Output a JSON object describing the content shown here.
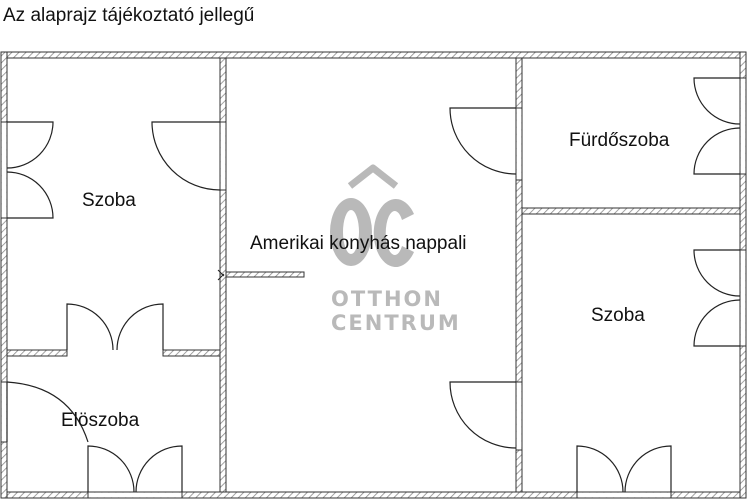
{
  "disclaimer": "Az alaprajz tájékoztató jellegű",
  "rooms": {
    "szoba_left": "Szoba",
    "nappali": "Amerikai konyhás nappali",
    "furdoszoba": "Fürdőszoba",
    "szoba_right": "Szoba",
    "eloszoba": "Elöszoba"
  },
  "watermark": {
    "logo_mark": "OC",
    "line1": "OTTHON",
    "line2": "CENTRUM"
  },
  "colors": {
    "wall_stroke": "#333333",
    "hatch": "#888888",
    "watermark": "#b9b9b9"
  }
}
